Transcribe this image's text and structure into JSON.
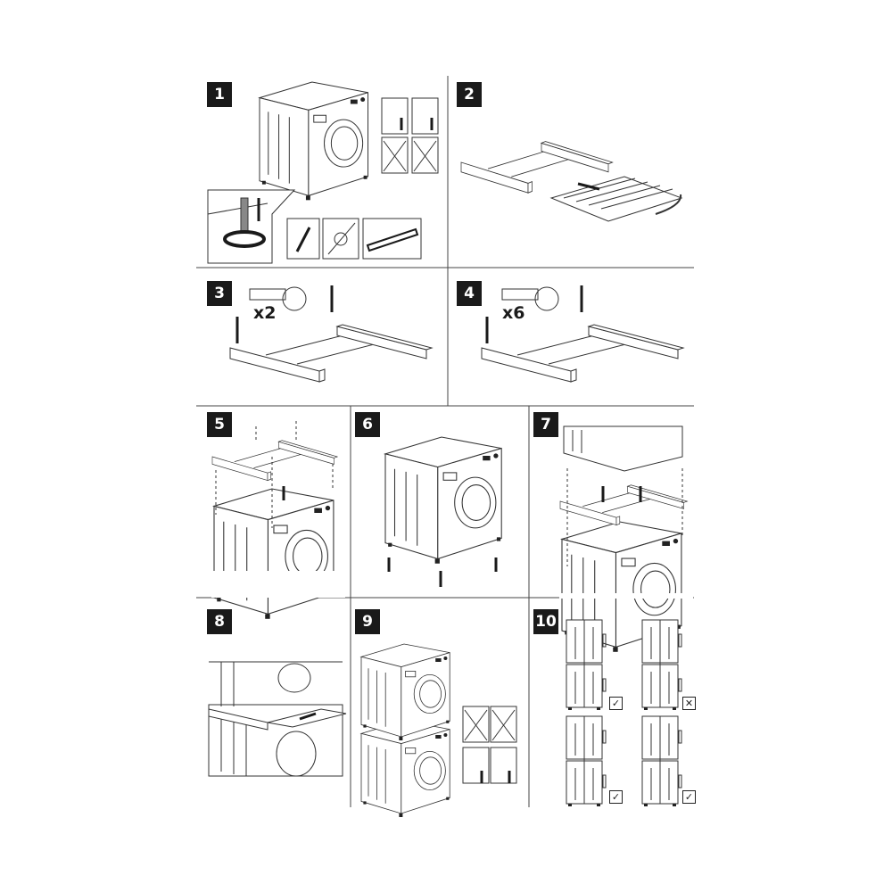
{
  "steps": [
    {
      "number": "1"
    },
    {
      "number": "2"
    },
    {
      "number": "3",
      "quantity": "x2"
    },
    {
      "number": "4",
      "quantity": "x6"
    },
    {
      "number": "5"
    },
    {
      "number": "6"
    },
    {
      "number": "7"
    },
    {
      "number": "8"
    },
    {
      "number": "9"
    },
    {
      "number": "10",
      "checks": [
        "✓",
        "✕",
        "✓",
        "✓"
      ]
    }
  ]
}
